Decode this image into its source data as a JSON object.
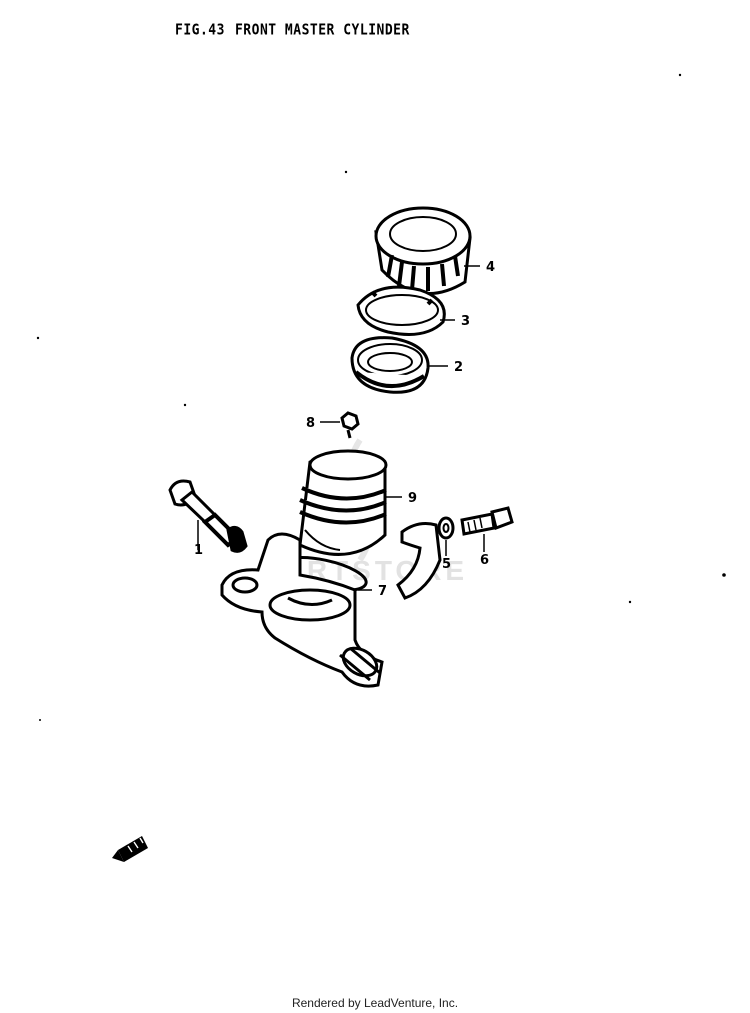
{
  "figure": {
    "number": "FIG.43",
    "name": "FRONT MASTER CYLINDER"
  },
  "callouts": [
    {
      "id": "1",
      "label": "1"
    },
    {
      "id": "2",
      "label": "2"
    },
    {
      "id": "3",
      "label": "3"
    },
    {
      "id": "4",
      "label": "4"
    },
    {
      "id": "5",
      "label": "5"
    },
    {
      "id": "6",
      "label": "6"
    },
    {
      "id": "7",
      "label": "7"
    },
    {
      "id": "8",
      "label": "8"
    },
    {
      "id": "9",
      "label": "9"
    }
  ],
  "watermark": "PARTSTORE",
  "footer": "Rendered by LeadVenture, Inc."
}
